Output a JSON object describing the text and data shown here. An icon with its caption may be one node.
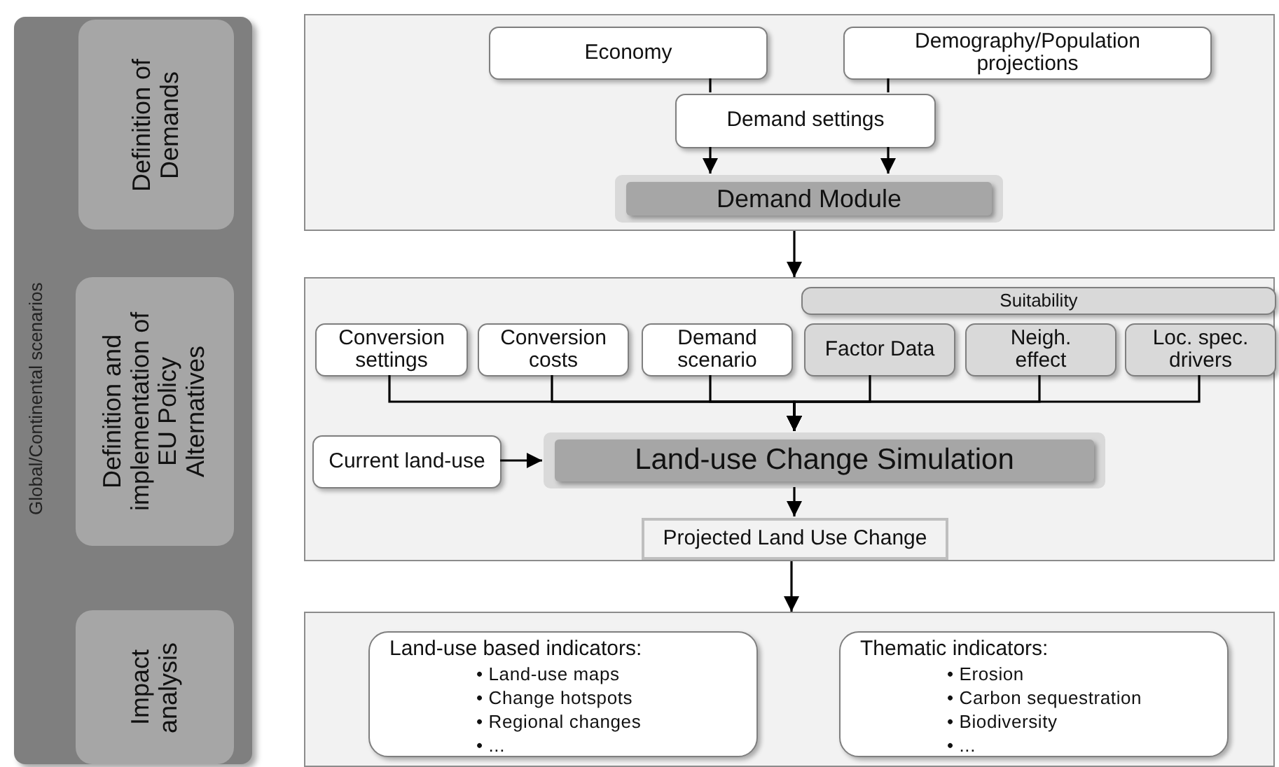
{
  "diagram": {
    "nodes": [
      {
        "text": [
          "Global/Continental scenarios"
        ]
      },
      {
        "text": [
          "Definition of Demands"
        ],
        "in": 0
      },
      {
        "text": [
          "Definition and implementation of EU Policy Alternatives"
        ],
        "in": 0
      },
      {
        "text": [
          "Impact analysis"
        ],
        "in": 0
      },
      {
        "text": [],
        "shape": "box"
      },
      {
        "text": [
          "Economy"
        ],
        "in": 4
      },
      {
        "text": [
          "Demography/Population projections"
        ],
        "in": 4
      },
      {
        "text": [
          "Demand settings"
        ],
        "in": 4
      },
      {
        "text": [
          "Demand Module"
        ],
        "in": 4
      },
      {
        "text": [],
        "shape": "box"
      },
      {
        "text": [
          "Suitability"
        ],
        "in": 9
      },
      {
        "text": [
          "Conversion settings"
        ],
        "in": 9
      },
      {
        "text": [
          "Conversion costs"
        ],
        "in": 9
      },
      {
        "text": [
          "Demand scenario"
        ],
        "in": 9
      },
      {
        "text": [
          "Factor Data"
        ],
        "in": 9
      },
      {
        "text": [
          "Neigh. effect"
        ],
        "in": 9
      },
      {
        "text": [
          "Loc. spec. drivers"
        ],
        "in": 9
      },
      {
        "text": [
          "Current land-use"
        ],
        "in": 9
      },
      {
        "text": [
          "Land-use Change Simulation"
        ],
        "in": 9
      },
      {
        "text": [
          "Projected Land Use Change"
        ],
        "in": 9
      },
      {
        "text": [],
        "shape": "box"
      },
      {
        "text": [
          "Land-use based indicators:",
          "• Land-use maps",
          "• Change hotspots",
          "• Regional changes",
          "• ..."
        ],
        "in": 20
      },
      {
        "text": [
          "Thematic indicators:",
          "• Erosion",
          "• Carbon sequestration",
          "• Biodiversity",
          "• ..."
        ],
        "in": 20
      }
    ],
    "edges": [
      {
        "from": 5,
        "to": 7,
        "arrow": "none"
      },
      {
        "from": 6,
        "to": 7,
        "arrow": "none"
      },
      {
        "from": 7,
        "to": 8,
        "arrow": "to"
      },
      {
        "from": 7,
        "to": 8,
        "arrow": "to"
      },
      {
        "from": 4,
        "to": 9,
        "arrow": "to"
      },
      {
        "from": 11,
        "to": 18,
        "arrow": "to"
      },
      {
        "from": 12,
        "to": 18,
        "arrow": "to"
      },
      {
        "from": 13,
        "to": 18,
        "arrow": "to"
      },
      {
        "from": 14,
        "to": 18,
        "arrow": "to"
      },
      {
        "from": 15,
        "to": 18,
        "arrow": "to"
      },
      {
        "from": 16,
        "to": 18,
        "arrow": "to"
      },
      {
        "from": 17,
        "to": 18,
        "arrow": "to"
      },
      {
        "from": 18,
        "to": 19,
        "arrow": "to"
      },
      {
        "from": 9,
        "to": 20,
        "arrow": "to"
      }
    ]
  }
}
